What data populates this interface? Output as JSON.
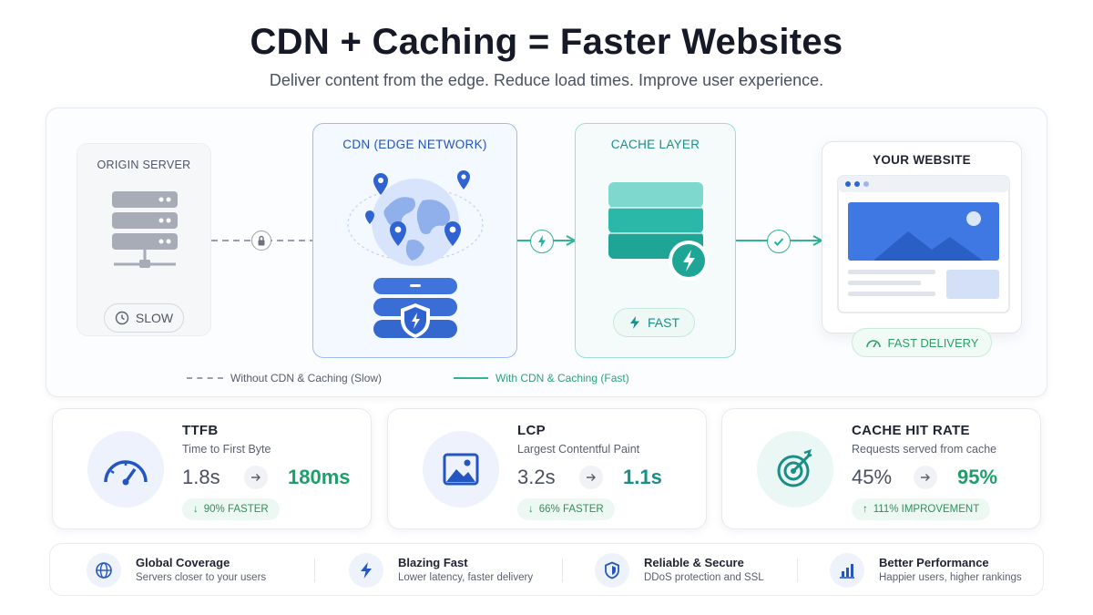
{
  "title": "CDN + Caching = Faster Websites",
  "subtitle": "Deliver content from the edge. Reduce load times. Improve user experience.",
  "diagram": {
    "origin": {
      "label": "ORIGIN SERVER",
      "status": "SLOW"
    },
    "cdn": {
      "label": "CDN (EDGE NETWORK)"
    },
    "cache": {
      "label": "CACHE LAYER",
      "status": "FAST"
    },
    "website": {
      "label": "YOUR WEBSITE",
      "status": "FAST DELIVERY"
    },
    "legend": {
      "slow": "Without CDN & Caching (Slow)",
      "fast": "With CDN & Caching (Fast)"
    }
  },
  "metrics": [
    {
      "name": "TTFB",
      "description": "Time to First Byte",
      "before": "1.8s",
      "after": "180ms",
      "badge": "90% FASTER",
      "badge_arrow": "↓",
      "icon": "speedometer-icon",
      "after_color": "#1e9e6a"
    },
    {
      "name": "LCP",
      "description": "Largest Contentful Paint",
      "before": "3.2s",
      "after": "1.1s",
      "badge": "66% FASTER",
      "badge_arrow": "↓",
      "icon": "image-icon",
      "after_color": "#1a8f86"
    },
    {
      "name": "CACHE HIT RATE",
      "description": "Requests served from cache",
      "before": "45%",
      "after": "95%",
      "badge": "111% IMPROVEMENT",
      "badge_arrow": "↑",
      "icon": "target-icon",
      "after_color": "#1e9e6a"
    }
  ],
  "features": [
    {
      "title": "Global Coverage",
      "subtitle": "Servers closer to your users",
      "icon": "globe-icon"
    },
    {
      "title": "Blazing Fast",
      "subtitle": "Lower latency, faster delivery",
      "icon": "lightning-icon"
    },
    {
      "title": "Reliable & Secure",
      "subtitle": "DDoS protection and SSL",
      "icon": "shield-icon"
    },
    {
      "title": "Better Performance",
      "subtitle": "Happier users, higher rankings",
      "icon": "bar-chart-icon"
    }
  ],
  "colors": {
    "blue": "#3b6fd8",
    "teal": "#1fb3a3",
    "green": "#2f9d66",
    "slow_gray": "#9aa0ab"
  }
}
